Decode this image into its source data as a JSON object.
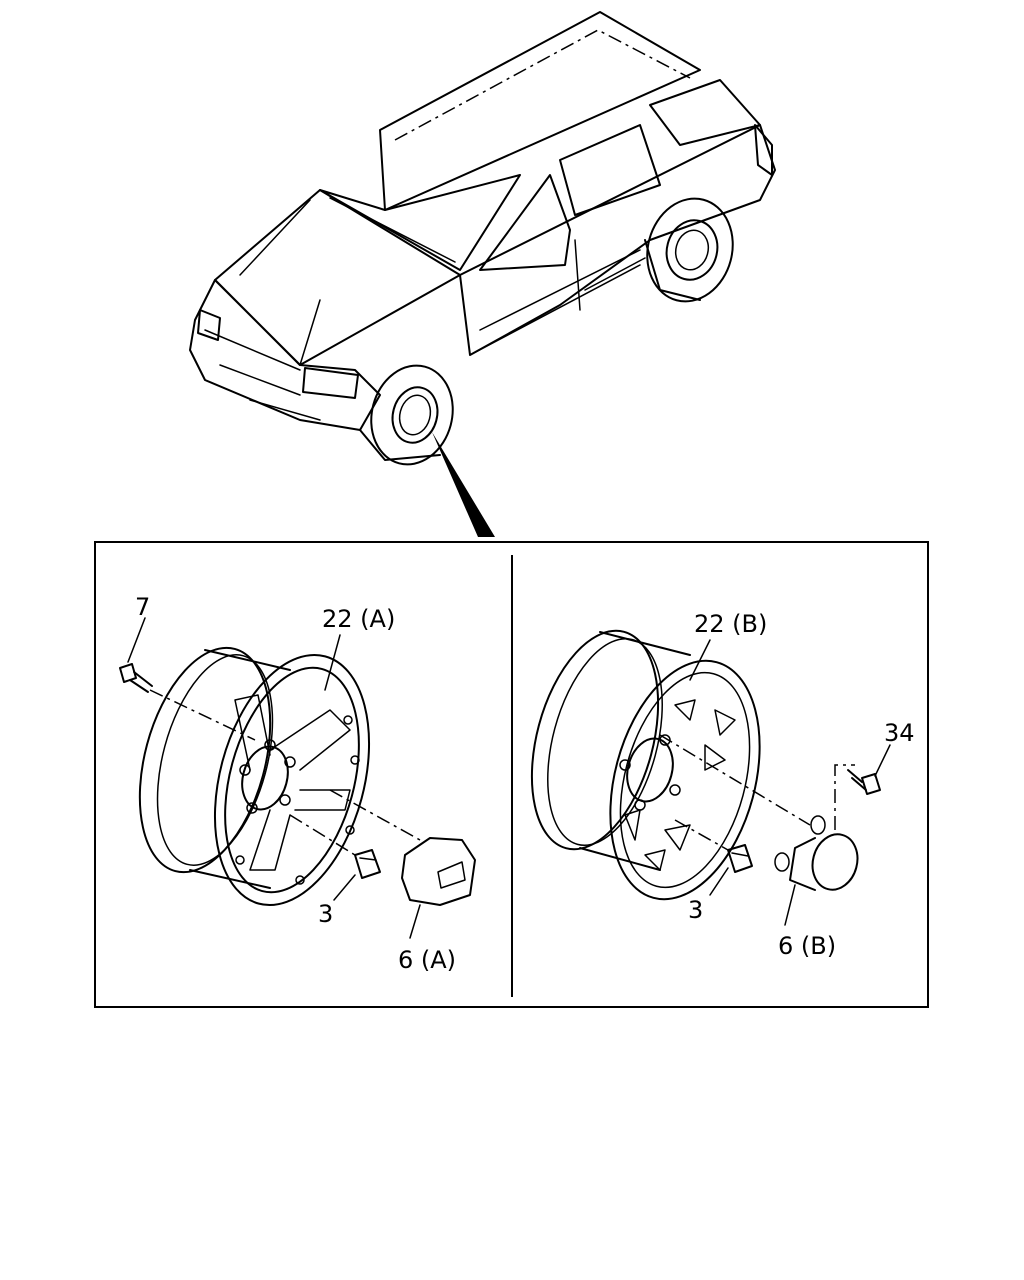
{
  "callouts": {
    "bolt_7": "7",
    "wheel_a": "22 (A)",
    "nut_3_left": "3",
    "cap_a": "6 (A)",
    "wheel_b": "22 (B)",
    "bolt_34": "34",
    "nut_3_right": "3",
    "cap_b": "6 (B)"
  }
}
